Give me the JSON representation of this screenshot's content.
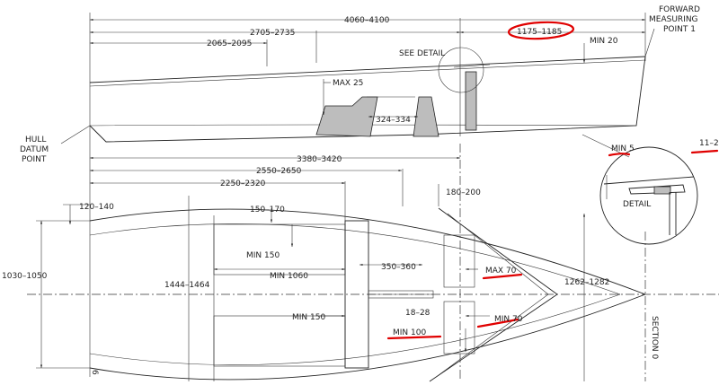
{
  "labels": {
    "overall_length": "4060–4100",
    "dim_2705": "2705–2735",
    "dim_2065": "2065–2095",
    "dim_1175": "1175–1185",
    "min_20": "MIN 20",
    "forward_point": "FORWARD",
    "forward_point_2": "MEASURING",
    "forward_point_3": "POINT 1",
    "see_detail": "SEE DETAIL",
    "max_25": "MAX 25",
    "dim_324": "324–334",
    "hull_datum_1": "HULL",
    "hull_datum_2": "DATUM",
    "hull_datum_3": "POINT",
    "min_5": "MIN 5",
    "dim_11": "11–2",
    "detail": "DETAIL",
    "dim_3380": "3380–3420",
    "dim_2550": "2550–2650",
    "dim_2250": "2250–2320",
    "dim_120": "120–140",
    "dim_150_170": "150–170",
    "dim_180": "180–200",
    "dim_1030": "1030–1050",
    "min_150_top": "MIN 150",
    "min_1060": "MIN 1060",
    "dim_1444": "1444–1464",
    "dim_350": "350–360",
    "max_70": "MAX 70",
    "dim_1262": "1262–1282",
    "min_150_bottom": "MIN 150",
    "dim_18": "18–28",
    "min_70": "MIN 70",
    "min_100": "MIN 100",
    "section_0": "SECTION 0",
    "edge_6": "6"
  },
  "colors": {
    "ink": "#222222",
    "annotation": "#e00000",
    "hatch": "#bdbdbd"
  }
}
